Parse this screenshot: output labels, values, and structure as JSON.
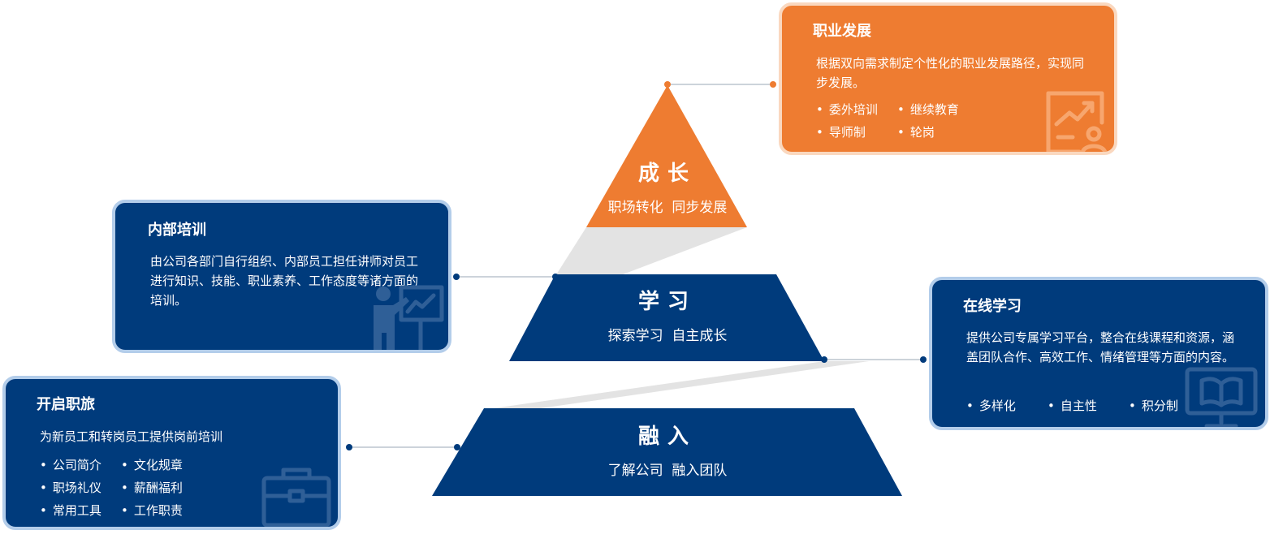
{
  "colors": {
    "blue": "#003b7c",
    "blue_border": "#b3cdea",
    "orange": "#ee7c31",
    "orange_border": "#fad8bf",
    "connector_shadow": "#e3e3e3",
    "line": "#9aa7b6"
  },
  "pyramid": {
    "top": {
      "name": "成长",
      "subtitle": "职场转化  同步发展"
    },
    "middle": {
      "name": "学习",
      "subtitle": "探索学习  自主成长"
    },
    "bottom": {
      "name": "融入",
      "subtitle": "了解公司  融入团队"
    }
  },
  "cards": {
    "career": {
      "title": "职业发展",
      "desc": "根据双向需求制定个性化的职业发展路径，实现同步发展。",
      "bullets": [
        "委外培训",
        "继续教育",
        "导师制",
        "轮岗"
      ],
      "icon": "growth-chart-person-icon"
    },
    "internal": {
      "title": "内部培训",
      "desc": "由公司各部门自行组织、内部员工担任讲师对员工进行知识、技能、职业素养、工作态度等诸方面的培训。",
      "icon": "presenter-board-icon"
    },
    "online": {
      "title": "在线学习",
      "desc": "提供公司专属学习平台，整合在线课程和资源，涵盖团队合作、高效工作、情绪管理等方面的内容。",
      "bullets": [
        "多样化",
        "自主性",
        "积分制"
      ],
      "icon": "monitor-book-icon"
    },
    "onboard": {
      "title": "开启职旅",
      "desc": "为新员工和转岗员工提供岗前培训",
      "bullets": [
        "公司简介",
        "文化规章",
        "职场礼仪",
        "薪酬福利",
        "常用工具",
        "工作职责"
      ],
      "icon": "briefcase-icon"
    }
  }
}
